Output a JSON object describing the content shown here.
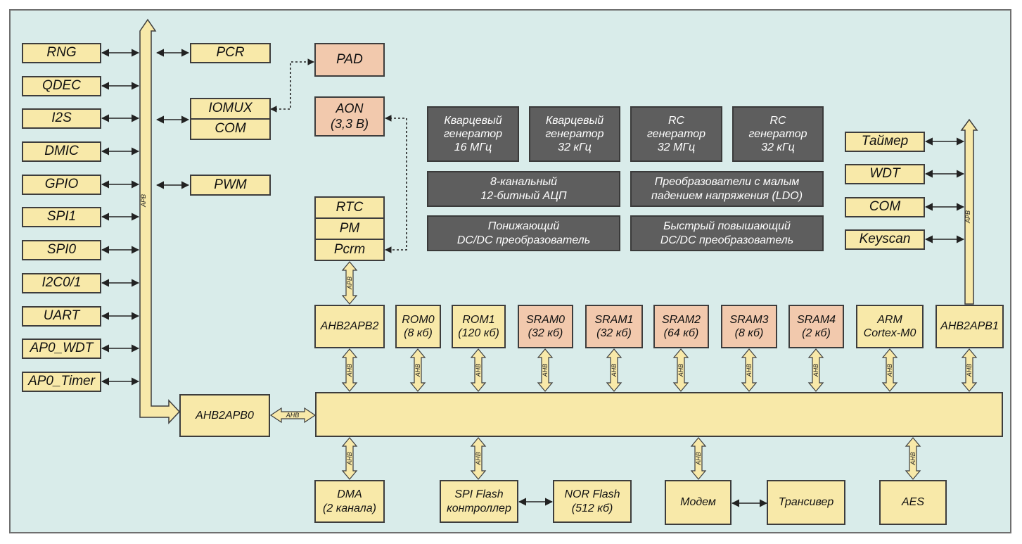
{
  "peripherals_left": [
    "RNG",
    "QDEC",
    "I2S",
    "DMIC",
    "GPIO",
    "SPI1",
    "SPI0",
    "I2C0/1",
    "UART",
    "AP0_WDT",
    "AP0_Timer"
  ],
  "apb_bus_blocks": {
    "pcr": "PCR",
    "iomux": "IOMUX",
    "com": "COM",
    "pwm": "PWM"
  },
  "pad": "PAD",
  "aon": [
    "AON",
    "(3,3 В)"
  ],
  "power_blocks": [
    "RTC",
    "PM",
    "Pcrm"
  ],
  "analog": {
    "xo16": [
      "Кварцевый",
      "генератор",
      "16 МГц"
    ],
    "xo32": [
      "Кварцевый",
      "генератор",
      "32 кГц"
    ],
    "rc32m": [
      "RC",
      "генератор",
      "32 МГц"
    ],
    "rc32k": [
      "RC",
      "генератор",
      "32 кГц"
    ],
    "adc": [
      "8-канальный",
      "12-битный АЦП"
    ],
    "ldo": [
      "Преобразователи с малым",
      "падением напряжения (LDO)"
    ],
    "buck": [
      "Понижающий",
      "DC/DC преобразователь"
    ],
    "boost": [
      "Быстрый повышающий",
      "DC/DC преобразователь"
    ]
  },
  "right_periph": [
    "Таймер",
    "WDT",
    "COM",
    "Keyscan"
  ],
  "bridges": {
    "apb2": "AHB2APB2",
    "apb1": "AHB2APB1",
    "apb0": "AHB2APB0"
  },
  "memories": [
    {
      "name": "ROM0",
      "size": "(8 кб)"
    },
    {
      "name": "ROM1",
      "size": "(120 кб)"
    },
    {
      "name": "SRAM0",
      "size": "(32 кб)"
    },
    {
      "name": "SRAM1",
      "size": "(32 кб)"
    },
    {
      "name": "SRAM2",
      "size": "(64 кб)"
    },
    {
      "name": "SRAM3",
      "size": "(8 кб)"
    },
    {
      "name": "SRAM4",
      "size": "(2 кб)"
    }
  ],
  "cpu": [
    "ARM",
    "Cortex-M0"
  ],
  "bottom": {
    "dma": [
      "DMA",
      "(2 канала)"
    ],
    "spi_flash": [
      "SPI Flash",
      "контроллер"
    ],
    "nor_flash": [
      "NOR Flash",
      "(512 кб)"
    ],
    "modem": "Модем",
    "transceiver": "Трансивер",
    "aes": "AES"
  },
  "bus_labels": {
    "apb": "APB",
    "ahb": "AHB"
  },
  "colors": {
    "background": "#d9ecea",
    "block_yellow": "#f8e9a9",
    "block_peach": "#f2c9ad",
    "block_gray": "#5e5e5e"
  }
}
